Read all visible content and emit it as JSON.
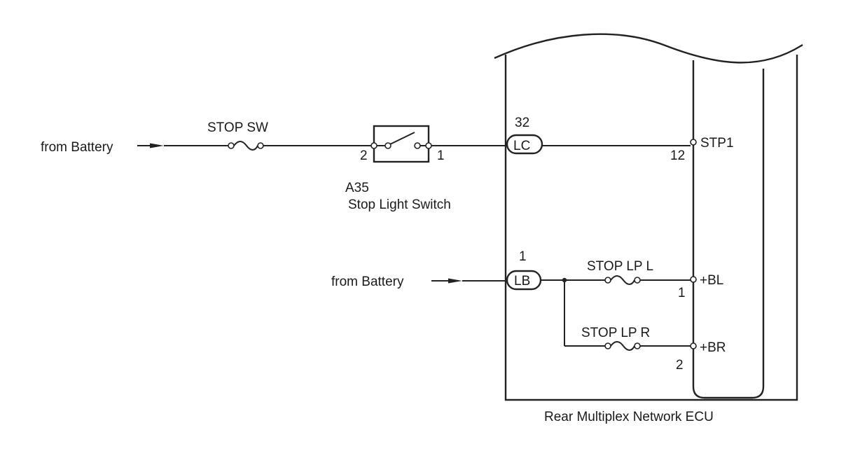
{
  "battery_input_1": "from Battery",
  "battery_input_2": "from Battery",
  "fuse_stop_sw": "STOP SW",
  "switch": {
    "id": "A35",
    "name": "Stop Light Switch",
    "pin_in": "2",
    "pin_out": "1"
  },
  "connector_lc": {
    "pin": "32",
    "label": "LC"
  },
  "connector_lb": {
    "pin": "1",
    "label": "LB"
  },
  "fuse_stop_lp_l": "STOP LP L",
  "fuse_stop_lp_r": "STOP LP R",
  "ecu_terminals": {
    "stp1": {
      "label": "STP1",
      "pin": "12"
    },
    "bl": {
      "label": "+BL",
      "pin": "1"
    },
    "br": {
      "label": "+BR",
      "pin": "2"
    }
  },
  "ecu_name": "Rear Multiplex Network ECU"
}
